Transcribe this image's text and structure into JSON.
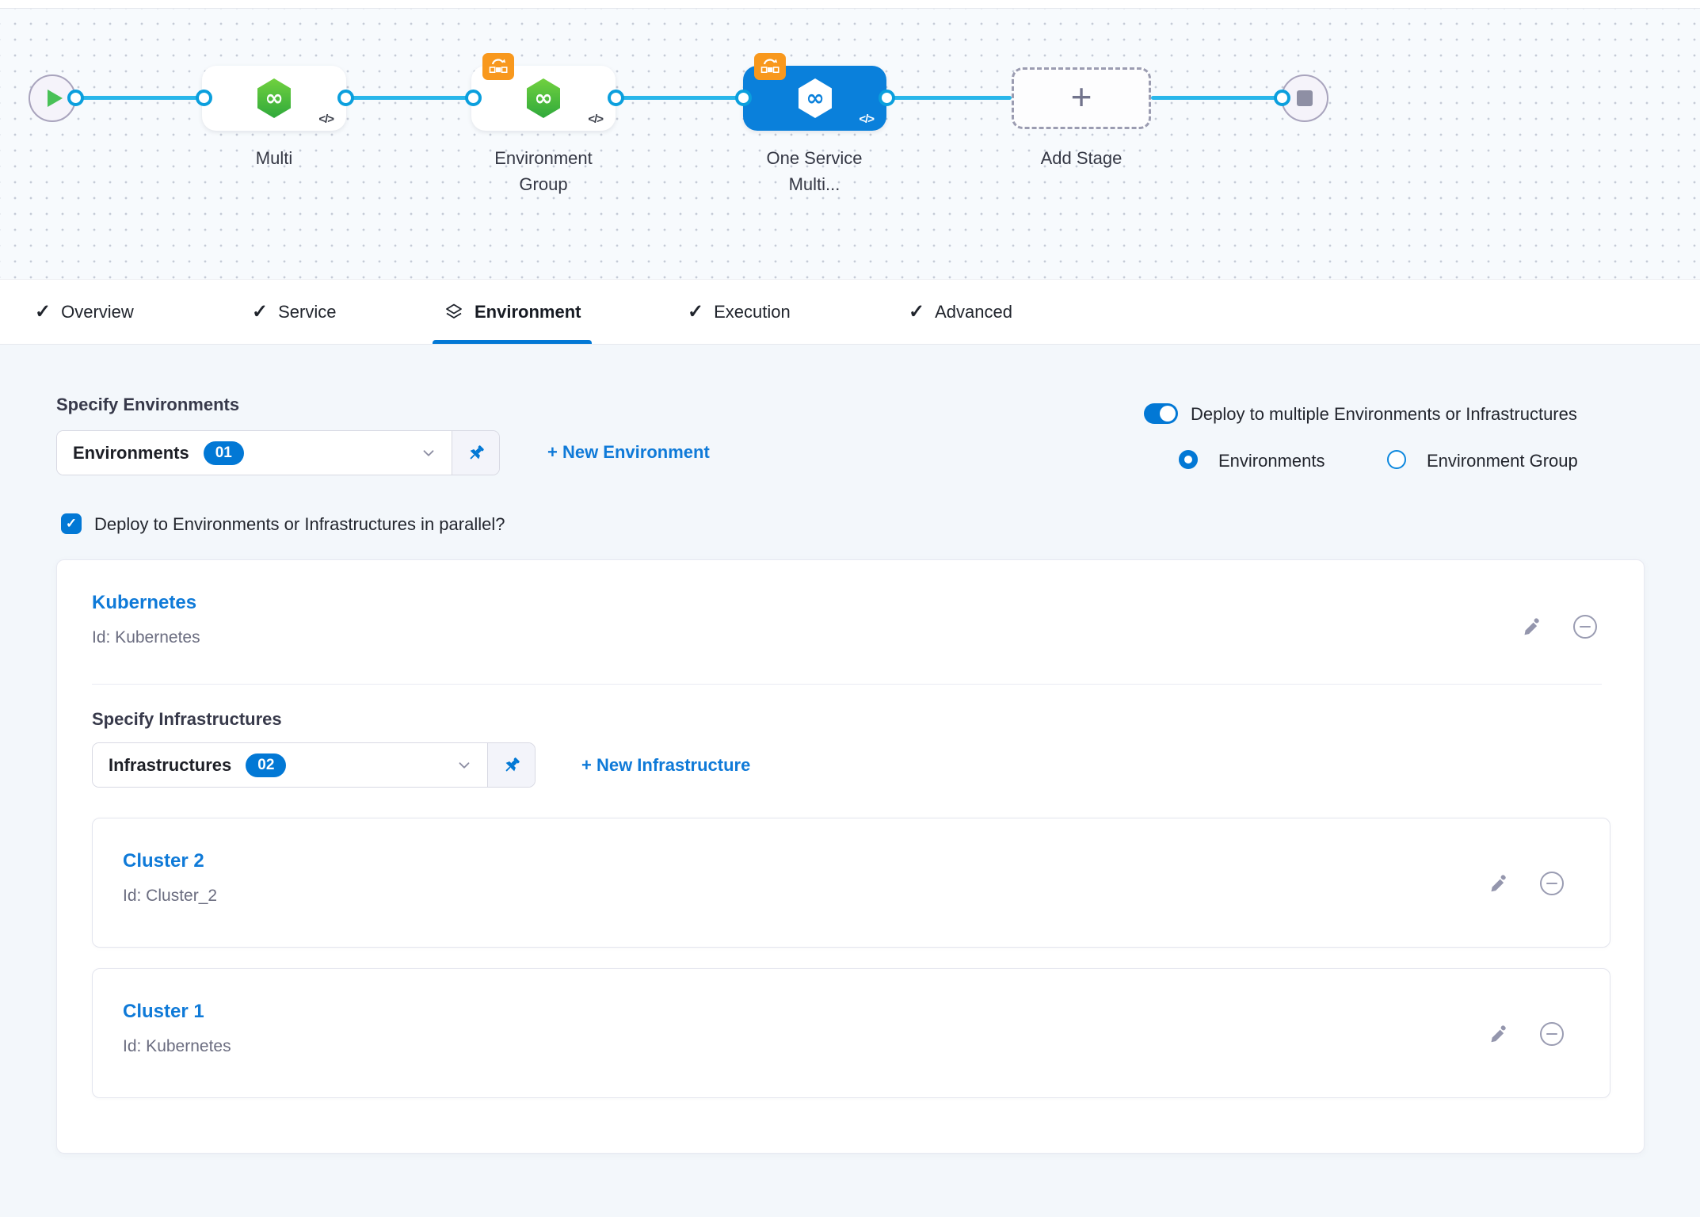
{
  "pipeline": {
    "stages": [
      {
        "label": "Multi",
        "selected": false,
        "loop_badge": false
      },
      {
        "label": "Environment Group",
        "selected": false,
        "loop_badge": true
      },
      {
        "label": "One Service Multi...",
        "selected": true,
        "loop_badge": true
      }
    ],
    "add_stage_label": "Add Stage",
    "code_glyph": "</>"
  },
  "tabs": [
    {
      "label": "Overview"
    },
    {
      "label": "Service"
    },
    {
      "label": "Environment"
    },
    {
      "label": "Execution"
    },
    {
      "label": "Advanced"
    }
  ],
  "env_section": {
    "heading": "Specify Environments",
    "dropdown_value": "Environments",
    "dropdown_count": "01",
    "new_environment": "+ New Environment",
    "toggle_label": "Deploy to multiple Environments or Infrastructures",
    "radio_environments": "Environments",
    "radio_environment_group": "Environment Group",
    "parallel_label": "Deploy to Environments or Infrastructures in parallel?"
  },
  "env_card": {
    "name": "Kubernetes",
    "id": "Id: Kubernetes",
    "infra_heading": "Specify Infrastructures",
    "dropdown_value": "Infrastructures",
    "dropdown_count": "02",
    "new_infrastructure": "+ New Infrastructure",
    "infrastructures": [
      {
        "name": "Cluster 2",
        "id": "Id: Cluster_2"
      },
      {
        "name": "Cluster 1",
        "id": "Id: Kubernetes"
      }
    ]
  },
  "colors": {
    "accent_blue": "#0278d5",
    "link_blue": "#0f7ad8",
    "connector_blue": "#29b6ea",
    "stage_selected_blue": "#0a80db",
    "stage_green": "#42b83f",
    "badge_orange": "#f8981d",
    "icon_gray": "#9496ad"
  }
}
